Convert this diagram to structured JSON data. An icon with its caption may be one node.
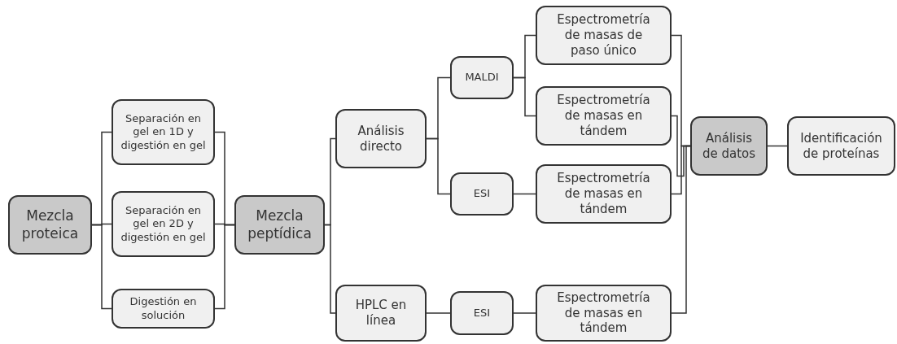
{
  "diagram": {
    "nodes": [
      {
        "text": [
          "Mezcla proteica"
        ]
      },
      {
        "text": [
          "Separación en gel en 1D y digestión en gel"
        ]
      },
      {
        "text": [
          "Separación en gel en 2D y digestión en gel"
        ]
      },
      {
        "text": [
          "Digestión en solución"
        ]
      },
      {
        "text": [
          "Mezcla peptídica"
        ]
      },
      {
        "text": [
          "Análisis directo"
        ]
      },
      {
        "text": [
          "HPLC en línea"
        ]
      },
      {
        "text": [
          "MALDI"
        ]
      },
      {
        "text": [
          "ESI"
        ]
      },
      {
        "text": [
          "ESI"
        ]
      },
      {
        "text": [
          "Espectrometría de masas de paso único"
        ]
      },
      {
        "text": [
          "Espectrometría de masas en tándem"
        ]
      },
      {
        "text": [
          "Espectrometría de masas en tándem"
        ]
      },
      {
        "text": [
          "Espectrometría de masas en tándem"
        ]
      },
      {
        "text": [
          "Análisis de datos"
        ]
      },
      {
        "text": [
          "Identificación de proteínas"
        ]
      }
    ],
    "edges": [
      {
        "from": 0,
        "to": 1,
        "arrow": "none"
      },
      {
        "from": 0,
        "to": 2,
        "arrow": "none"
      },
      {
        "from": 0,
        "to": 3,
        "arrow": "none"
      },
      {
        "from": 1,
        "to": 4,
        "arrow": "none"
      },
      {
        "from": 2,
        "to": 4,
        "arrow": "none"
      },
      {
        "from": 3,
        "to": 4,
        "arrow": "none"
      },
      {
        "from": 4,
        "to": 5,
        "arrow": "none"
      },
      {
        "from": 4,
        "to": 6,
        "arrow": "none"
      },
      {
        "from": 5,
        "to": 7,
        "arrow": "none"
      },
      {
        "from": 5,
        "to": 8,
        "arrow": "none"
      },
      {
        "from": 6,
        "to": 9,
        "arrow": "none"
      },
      {
        "from": 7,
        "to": 10,
        "arrow": "none"
      },
      {
        "from": 7,
        "to": 11,
        "arrow": "none"
      },
      {
        "from": 8,
        "to": 12,
        "arrow": "none"
      },
      {
        "from": 9,
        "to": 13,
        "arrow": "none"
      },
      {
        "from": 10,
        "to": 14,
        "arrow": "none"
      },
      {
        "from": 11,
        "to": 14,
        "arrow": "none"
      },
      {
        "from": 12,
        "to": 14,
        "arrow": "none"
      },
      {
        "from": 13,
        "to": 14,
        "arrow": "none"
      },
      {
        "from": 14,
        "to": 15,
        "arrow": "none"
      }
    ]
  }
}
